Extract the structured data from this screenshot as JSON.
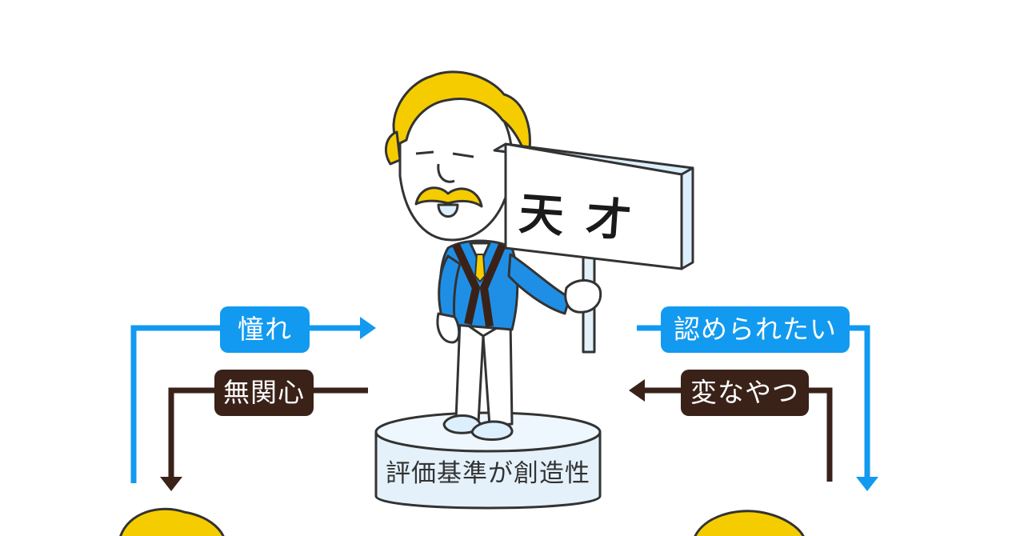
{
  "labels": {
    "akogare": "憧れ",
    "mukanshin": "無関心",
    "mitomeraretai": "認められたい",
    "hennayatsu": "変なやつ"
  },
  "sign": {
    "text": "天才"
  },
  "pedestal": {
    "text": "評価基準が創造性"
  },
  "colors": {
    "blue": "#129af0",
    "brown": "#3a2219",
    "hair": "#f5cc00",
    "jacket": "#1f8fe6",
    "pedestal": "#e4f1fa"
  }
}
